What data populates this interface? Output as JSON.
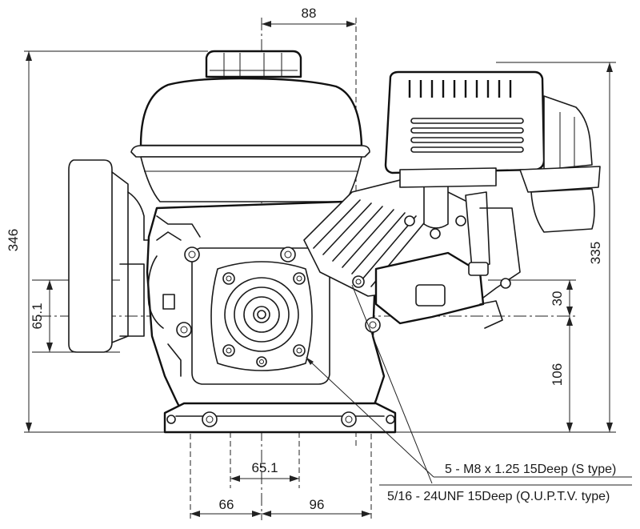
{
  "dimensions": {
    "top_width": "88",
    "overall_height_left": "346",
    "overall_height_right": "335",
    "left_offset_height": "65.1",
    "upper_right_height": "30",
    "lower_right_height": "106",
    "bolt_spacing": "65.1",
    "left_base_width": "66",
    "right_base_width": "96"
  },
  "callouts": {
    "s_type": "5 - M8 x 1.25 15Deep (S type)",
    "qup_type": "5/16 - 24UNF 15Deep (Q.U.P.T.V. type)"
  }
}
